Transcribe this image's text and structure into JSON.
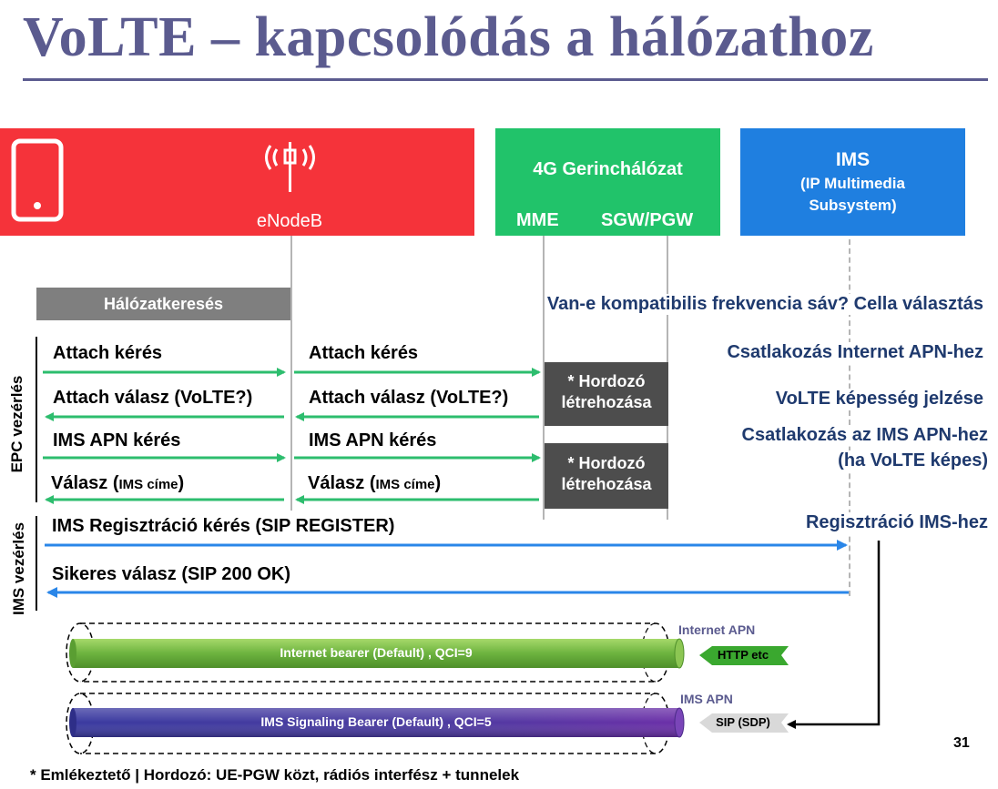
{
  "title": "VoLTE – kapcsolódás a hálózathoz",
  "header": {
    "enodeb": "eNodeB",
    "core": "4G Gerinchálózat",
    "mme": "MME",
    "sgw": "SGW/PGW",
    "ims_title": "IMS",
    "ims_sub1": "(IP Multimedia",
    "ims_sub2": "Subsystem)"
  },
  "network_search": "Hálózatkeresés",
  "labels": {
    "epc": "EPC vezérlés",
    "ims": "IMS vezérlés"
  },
  "right_notes": {
    "n1": "Van-e kompatibilis frekvencia sáv? Cella választás",
    "n2": "Csatlakozás Internet APN-hez",
    "n3": "VoLTE képesség jelzése",
    "n4a": "Csatlakozás az IMS APN-hez",
    "n4b": "(ha VoLTE képes)",
    "n5": "Regisztráció IMS-hez"
  },
  "messages": {
    "attach_req": "Attach kérés",
    "attach_resp": "Attach válasz (VoLTE?)",
    "ims_apn_req": "IMS APN kérés",
    "resp_main": "Válasz (",
    "resp_small": "IMS címe",
    "resp_end": ")",
    "ims_reg": "IMS Regisztráció kérés (SIP REGISTER)",
    "ims_ok": "Sikeres válasz (SIP 200 OK)"
  },
  "bearer_box": {
    "line1": "* Hordozó",
    "line2": "létrehozása"
  },
  "tubes": {
    "internet_apn": "Internet APN",
    "internet_bearer": "Internet bearer (Default) , QCI=9",
    "http_tag": "HTTP etc",
    "ims_apn": "IMS APN",
    "ims_bearer": "IMS Signaling Bearer (Default) , QCI=5",
    "sip_tag": "SIP (SDP)"
  },
  "page_number": "31",
  "footnote": "* Emlékeztető | Hordozó: UE-PGW közt, rádiós interfész + tunnelek",
  "colors": {
    "title": "#5b5b8f",
    "red": "#f5333a",
    "green": "#21c36a",
    "blue": "#1f7fe0",
    "arrow_green": "#2dbd6e",
    "arrow_blue": "#2a86e8",
    "navy_text": "#1f3a6e"
  }
}
